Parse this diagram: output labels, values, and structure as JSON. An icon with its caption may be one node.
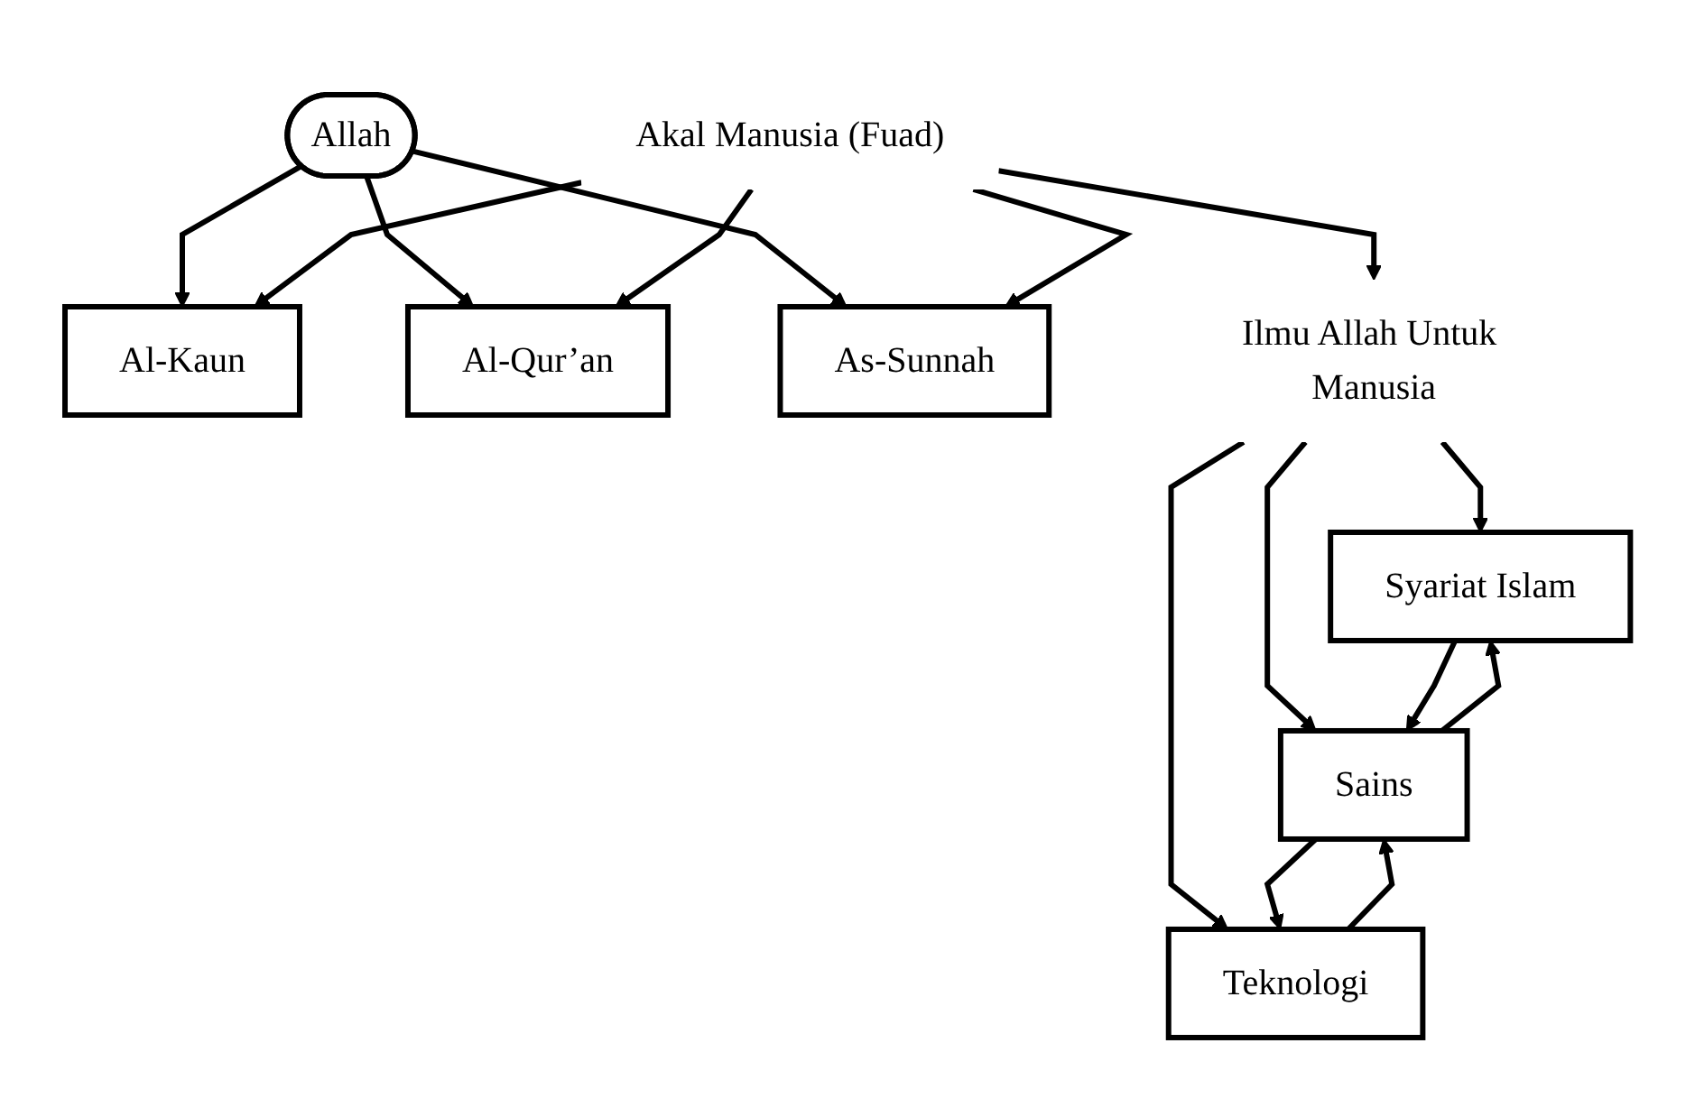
{
  "diagram": {
    "nodes": [
      {
        "text": [
          "Allah"
        ]
      },
      {
        "text": [
          "Al-Kaun"
        ]
      },
      {
        "text": [
          "Al-Qur’an"
        ]
      },
      {
        "text": [
          "As-Sunnah"
        ]
      },
      {
        "text": [
          "Akal Manusia (Fuad)"
        ]
      },
      {
        "text": [
          "Ilmu Allah Untuk Manusia"
        ]
      },
      {
        "text": [
          "Syariat Islam"
        ]
      },
      {
        "text": [
          "Sains"
        ]
      },
      {
        "text": [
          "Teknologi"
        ]
      }
    ],
    "edges": [
      {
        "from": 0,
        "to": 1,
        "arrow": "to"
      },
      {
        "from": 0,
        "to": 2,
        "arrow": "to"
      },
      {
        "from": 0,
        "to": 3,
        "arrow": "to"
      },
      {
        "from": 4,
        "to": 1,
        "arrow": "to"
      },
      {
        "from": 4,
        "to": 2,
        "arrow": "to"
      },
      {
        "from": 4,
        "to": 3,
        "arrow": "to"
      },
      {
        "from": 4,
        "to": 5,
        "arrow": "to"
      },
      {
        "from": 5,
        "to": 6,
        "arrow": "to"
      },
      {
        "from": 5,
        "to": 7,
        "arrow": "to"
      },
      {
        "from": 5,
        "to": 8,
        "arrow": "to"
      },
      {
        "from": 6,
        "to": 7,
        "arrow": "to"
      },
      {
        "from": 7,
        "to": 6,
        "arrow": "to"
      },
      {
        "from": 7,
        "to": 8,
        "arrow": "to"
      },
      {
        "from": 8,
        "to": 7,
        "arrow": "to"
      }
    ]
  }
}
